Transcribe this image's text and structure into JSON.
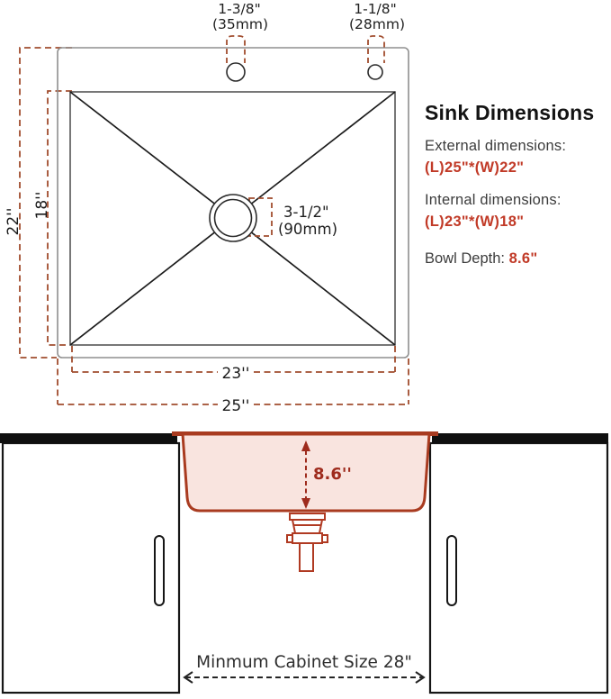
{
  "top_view": {
    "hole_left": {
      "size": "1-3/8\"",
      "mm": "(35mm)"
    },
    "hole_right": {
      "size": "1-1/8\"",
      "mm": "(28mm)"
    },
    "drain": {
      "size": "3-1/2\"",
      "mm": "(90mm)"
    },
    "outer_width": "22''",
    "inner_width": "18''",
    "inner_length": "23''",
    "outer_length": "25''"
  },
  "info_panel": {
    "title": "Sink Dimensions",
    "external_label": "External dimensions:",
    "external_value": "(L)25\"*(W)22\"",
    "internal_label": "Internal dimensions:",
    "internal_value": "(L)23\"*(W)18\"",
    "bowl_depth_label": "Bowl Depth:",
    "bowl_depth_value": "8.6\""
  },
  "section_view": {
    "bowl_depth": "8.6''",
    "cabinet_note": "Minmum Cabinet Size 28\""
  },
  "colors": {
    "dimension_dash_red": "#a14d2e",
    "accent_red": "#c13a27",
    "sink_outline_red": "#b03a22",
    "sink_fill_pink": "#f9e4df",
    "countertop_black": "#0f0f0f"
  }
}
